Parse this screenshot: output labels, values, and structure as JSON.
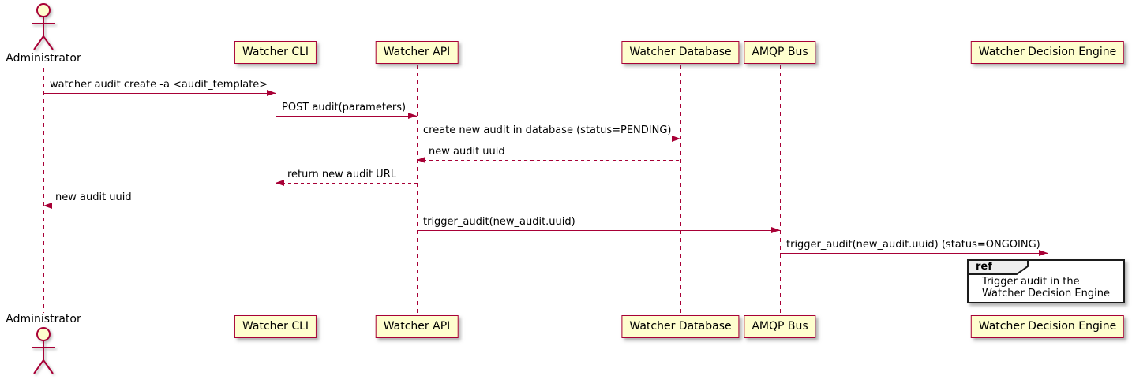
{
  "diagram": {
    "type": "plantuml-sequence-diagram",
    "background": "#FFFFFF",
    "colors": {
      "participant_fill": "#FEFECE",
      "participant_border": "#A80036",
      "lifeline": "#A80036",
      "arrow": "#A80036",
      "text": "#000000",
      "ref_border": "#1B1B1B",
      "ref_header_fill": "#EEEEEE"
    }
  },
  "participants": [
    {
      "name": "Administrator",
      "type": "actor"
    },
    {
      "name": "Watcher CLI",
      "type": "participant"
    },
    {
      "name": "Watcher API",
      "type": "participant"
    },
    {
      "name": "Watcher Database",
      "type": "participant"
    },
    {
      "name": "AMQP Bus",
      "type": "participant"
    },
    {
      "name": "Watcher Decision Engine",
      "type": "participant"
    }
  ],
  "messages": [
    {
      "from": "Administrator",
      "to": "Watcher CLI",
      "text": "watcher audit create -a <audit_template>",
      "line": "solid"
    },
    {
      "from": "Watcher CLI",
      "to": "Watcher API",
      "text": "POST audit(parameters)",
      "line": "solid"
    },
    {
      "from": "Watcher API",
      "to": "Watcher Database",
      "text": "create new audit in database (status=PENDING)",
      "line": "solid"
    },
    {
      "from": "Watcher Database",
      "to": "Watcher API",
      "text": "new audit uuid",
      "line": "dashed"
    },
    {
      "from": "Watcher API",
      "to": "Watcher CLI",
      "text": "return new audit URL",
      "line": "dashed"
    },
    {
      "from": "Watcher CLI",
      "to": "Administrator",
      "text": "new audit uuid",
      "line": "dashed"
    },
    {
      "from": "Watcher API",
      "to": "AMQP Bus",
      "text": "trigger_audit(new_audit.uuid)",
      "line": "solid"
    },
    {
      "from": "AMQP Bus",
      "to": "Watcher Decision Engine",
      "text": "trigger_audit(new_audit.uuid) (status=ONGOING)",
      "line": "solid"
    }
  ],
  "ref": {
    "keyword": "ref",
    "over": "Watcher Decision Engine",
    "lines": [
      "Trigger audit in the",
      "Watcher Decision Engine"
    ]
  }
}
